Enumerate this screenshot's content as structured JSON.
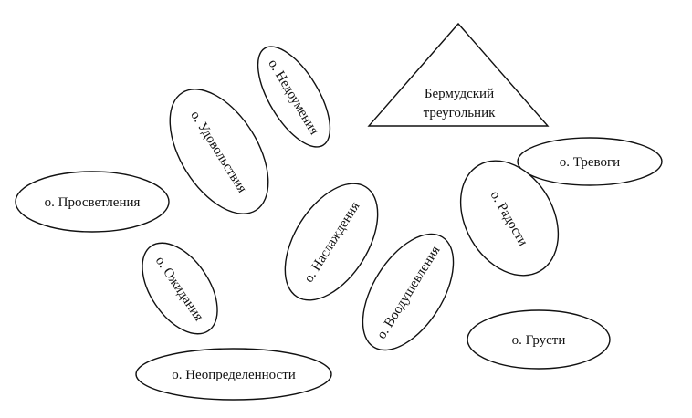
{
  "diagram": {
    "triangle": {
      "line1": "Бермудский",
      "line2": "треугольник"
    },
    "islands": {
      "nedoumeniya": "о. Недоумения",
      "udovolstviya": "о. Удовольствия",
      "prosvetleniya": "о. Просветления",
      "trevogi": "о. Тревоги",
      "radosti": "о. Радости",
      "naslazhdeniya": "о. Наслаждения",
      "ozhidaniya": "о. Ожидания",
      "vooodushevleniya": "о. Воодушевления",
      "grusti": "о. Грусти",
      "neopredelennosti": "о. Неопределенности"
    },
    "colors": {
      "stroke": "#111111",
      "fill": "#ffffff",
      "text": "#111111"
    }
  }
}
